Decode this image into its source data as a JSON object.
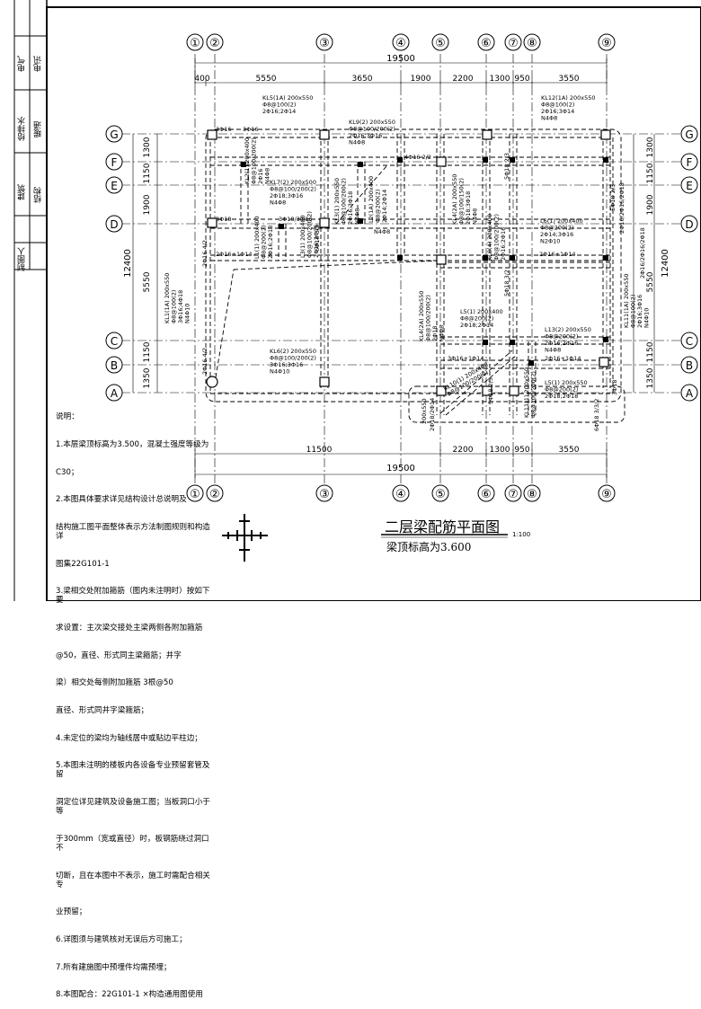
{
  "titleblock": {
    "cells": [
      "电气",
      "电讯",
      "给排水",
      "暖通",
      "建筑",
      "结构",
      "制图人"
    ]
  },
  "axes": {
    "columns": [
      "①",
      "②",
      "③",
      "④",
      "⑤",
      "⑥",
      "⑦",
      "⑧",
      "⑨"
    ],
    "rows": [
      "G",
      "F",
      "E",
      "D",
      "C",
      "B",
      "A"
    ]
  },
  "dimensions": {
    "top_total": "19500",
    "top_segments": [
      "400",
      "5550",
      "3650",
      "1900",
      "2200",
      "1300",
      "950",
      "3550"
    ],
    "bottom_total": "19500",
    "bottom_segments": [
      "11500",
      "2200",
      "1300",
      "950",
      "3550"
    ],
    "left_segments": [
      "1300",
      "1150",
      "1900",
      "5550",
      "1150",
      "1350"
    ],
    "left_total": "12400",
    "right_segments": [
      "1300",
      "1150",
      "1900",
      "5550",
      "1150",
      "1350"
    ],
    "right_total": "12400"
  },
  "beam_labels": {
    "kl5": "KL5(1A) 200x550\nΦ8@100(2)\n2Φ16;2Φ14",
    "kl9": "KL9(2) 200x550\nΦ8@100/200(2)\n2Φ16;3Φ16\nN4Φ8",
    "kl12": "KL12(1A) 200x550\nΦ8@100(2)\n2Φ16;3Φ14\nN4Φ8",
    "kl7": "KL7(2) 200x500\nΦ8@100/200(2)\n2Φ18;3Φ16\nN4Φ8",
    "kl6": "KL6(2) 200x550\nΦ8@100/200(2)\n3Φ16;3Φ16\nN4Φ10",
    "l6": "L6(1) 200x400\nΦ8@200(2)\n2Φ14;3Φ16\nN2Φ10",
    "l5a": "L5(1) 200x400\nΦ8@200(2)\n2Φ18;2Φ14",
    "l13": "L13(2) 200x550\nΦ8@200(2)\n2Φ16;2Φ16\nN4Φ8",
    "l5b": "L5(1) 200x550\nΦ8@200(2)\n2Φ18;2Φ18",
    "kl10": "KL10(1) 200x400\nΦ8@100/200(2)",
    "kl11": "KL11(1A) 200x550\nΦ8@100(2)\n2Φ16;3Φ16\nN4Φ10",
    "kl1": "KL1(1A) 200x550\nΦ8@100(2)\n3Φ16;4Φ18\nN4Φ10",
    "kl4": "KL4(2A) 200x550\nΦ8@100/200(2)\n2Φ18\nN4Φ8",
    "kl2": "KL2(1) 200x400\nΦ8@100/200(2)\n2Φ16\nN4Φ8",
    "l1": "L1(1) 200x400\nΦ8@200(2)\n2Φ16;2Φ18",
    "l3": "L3(1) 200x400\nΦ8@100/200(2)\n2Φ16;2Φ16",
    "kl3": "KL3(1) 200x550\nΦ8@100/200(2)\n2Φ16;3Φ18\nN4Φ8",
    "l2": "L2(1A) 200x400\nΦ8@200(2)\n2Φ14;2Φ14",
    "kl8": "KL8(4) 200x400\nΦ8@100/200(2)\n2Φ16;2Φ16",
    "kl4b": "KL4(2A) 200x550\nΦ8@100/150(2)\n2Φ18;3Φ18\nN4Φ8",
    "kl11b": "KL11(1) 200x550\nΦ8@100/200(2)"
  },
  "rebar_notes": {
    "g_left": "3Φ16",
    "g_left2": "3Φ16",
    "d_left": "3Φ18",
    "d_mid": "3Φ18/3Φ16",
    "d_mid2": "N4Φ8",
    "f_mid": "4Φ16 2/2",
    "c_left": "2Φ16+1Φ14",
    "c_right": "2Φ16+1Φ14",
    "b_right": "2Φ16+1Φ14",
    "b_left": "3Φ16+1Φ14",
    "bot1": "200x550",
    "bot2": "2Φ18/2Φ14",
    "bot3": "6Φ18 3/3/2",
    "bot4": "5Φ18 2/3",
    "bot5": "3Φ18",
    "vert1": "2Φ16 4/2",
    "vert2": "2Φ16 4/2",
    "vert3": "6Φ18 3/3",
    "vert4": "5Φ18 3/2",
    "vert5": "5Φ18 2/3",
    "vert6": "5Φ18 2/3",
    "vert7": "2Φ16/2Φ16/2Φ18",
    "vert8": "2Φ16/2Φ16/2Φ18"
  },
  "notes": {
    "lines": [
      "说明：",
      "1.本层梁顶标高为3.500，混凝土强度等级为",
      "C30；",
      "2.本图具体要求详见结构设计总说明及",
      "结构施工图平面整体表示方法制图规则和构造详",
      "图集22G101-1",
      "3.梁相交处附加箍筋（图内未注明时）按如下要",
      "求设置：主次梁交接处主梁两侧各附加箍筋",
      "@50，直径、形式同主梁箍筋；井字",
      "梁）相交处每侧附加箍筋 3根@50",
      "直径、形式同井字梁箍筋；",
      "4.未定位的梁均为轴线居中或贴边平柱边；",
      "5.本图未注明的楼板内各设备专业预留套管及留",
      "洞定位详见建筑及设备施工图；当板洞口小于等",
      "于300mm（宽或直径）时，板钢筋绕过洞口不",
      "切断，且在本图中不表示，施工时需配合相关专",
      "业预留；",
      "6.详图须与建筑核对无误后方可施工；",
      "7.所有建施图中预埋件均需预埋；",
      "8.本图配合：22G101-1 ×构造通用图使用"
    ]
  },
  "title": {
    "main": "二层梁配筋平面图",
    "scale": "1:100",
    "sub": "梁顶标高为3.600"
  }
}
